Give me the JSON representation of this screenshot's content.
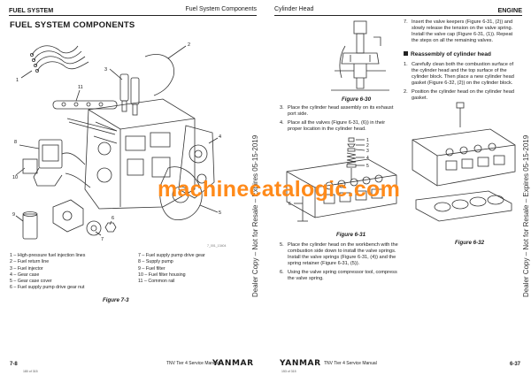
{
  "left_page": {
    "header_left": "FUEL SYSTEM",
    "header_right": "Fuel System Components",
    "title": "FUEL SYSTEM COMPONENTS",
    "callouts": [
      "1",
      "2",
      "3",
      "4",
      "5",
      "6",
      "7",
      "8",
      "9",
      "10",
      "11"
    ],
    "figure_id": "7_001_13404",
    "legend_col1": [
      "1 – High-pressure fuel injection lines",
      "2 – Fuel return line",
      "3 – Fuel injector",
      "4 – Gear case",
      "5 – Gear case cover",
      "6 – Fuel supply pump drive gear nut"
    ],
    "legend_col2": [
      "7 – Fuel supply pump drive gear",
      "8 – Supply pump",
      "9 – Fuel filter",
      "10 – Fuel filter housing",
      "11 – Common rail"
    ],
    "caption": "Figure 7-3",
    "side_text": "Dealer Copy – Not for Resale – Expires 05-15-2019",
    "page_number": "7-8",
    "page_count": "180 of 315",
    "manual": "TNV Tier 4 Service Manual",
    "brand": "YANMAR"
  },
  "right_page": {
    "header_left": "Cylinder Head",
    "header_right": "ENGINE",
    "figure_30_caption": "Figure 6-30",
    "figure_31_caption": "Figure 6-31",
    "figure_32_caption": "Figure 6-32",
    "figure_31_callouts": [
      "1",
      "2",
      "3",
      "4",
      "5",
      "6"
    ],
    "steps_left": [
      {
        "n": "3.",
        "text": "Place the cylinder head assembly on its exhaust port side."
      },
      {
        "n": "4.",
        "text": "Place all the valves (Figure 6-31, (6)) in their proper location in the cylinder head."
      }
    ],
    "steps_left_b": [
      {
        "n": "5.",
        "text": "Place the cylinder head on the workbench with the combustion side down to install the valve springs. Install the valve springs (Figure 6-31, (4)) and the spring retainer (Figure 6-31, (5))."
      },
      {
        "n": "6.",
        "text": "Using the valve spring compressor tool, compress the valve spring."
      }
    ],
    "steps_right": [
      {
        "n": "7.",
        "text": "Insert the valve keepers (Figure 6-31, (2)) and slowly release the tension on the valve spring. Install the valve cap (Figure 6-31, (1)). Repeat the steps on all the remaining valves."
      }
    ],
    "subheading": "Reassembly of cylinder head",
    "steps_right_b": [
      {
        "n": "1.",
        "text": "Carefully clean both the combustion surface of the cylinder head and the top surface of the cylinder block. Then place a new cylinder head gasket (Figure 6-32, (2)) on the cylinder block."
      },
      {
        "n": "2.",
        "text": "Position the cylinder head on the cylinder head gasket."
      }
    ],
    "side_text": "Dealer Copy – Not for Resale – Expires 05-15-2019",
    "page_number": "6-37",
    "page_count": "153 of 315",
    "manual": "TNV Tier 4 Service Manual",
    "brand": "YANMAR"
  },
  "watermark": "machinecatalogic.com"
}
